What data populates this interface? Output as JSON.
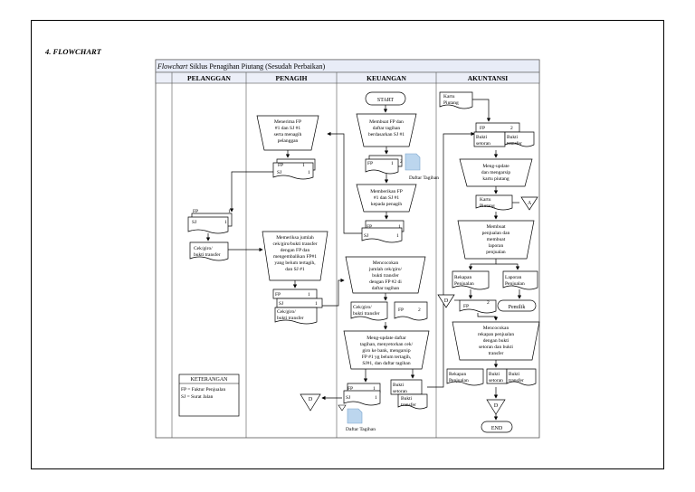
{
  "section_heading": "4. FLOWCHART",
  "diagram": {
    "title_italic": "Flowchart",
    "title_rest": " Siklus Penagihan Piutang (Sesudah Perbaikan)",
    "lanes": [
      "PELANGGAN",
      "PENAGIH",
      "KEUANGAN",
      "AKUNTANSI"
    ],
    "keterangan": {
      "title": "KETERANGAN",
      "lines": [
        "FP = Faktur Penjualan",
        "SJ = Surat Jalan"
      ]
    },
    "pelanggan": {
      "doc_fp": "FP",
      "doc_fp_n": "1",
      "doc_sj": "SJ",
      "doc_sj_n": "1",
      "doc_cek1": "Cek/giro/",
      "doc_cek2": "bukti transfer"
    },
    "penagih": {
      "p1": [
        "Menerima FP",
        "#1  dan SJ #1",
        "serta menagih",
        "pelanggan"
      ],
      "d1_fp": "FP",
      "d1_fp_n": "1",
      "d1_sj": "SJ",
      "d1_sj_n": "1",
      "p2": [
        "Memeriksa jumlah",
        "cek/giro/bukti transfer",
        "dengan FP dan",
        "mengembalikan FP#1",
        "yang belum tertagih,",
        "dan SJ #1"
      ],
      "d2_fp": "FP",
      "d2_fp_n": "1",
      "d2_sj": "SJ",
      "d2_sj_n": "1",
      "d2_cek1": "Cek/giro/",
      "d2_cek2": "bukti transfer",
      "conn_d": "D"
    },
    "keuangan": {
      "start": "START",
      "p1": [
        "Membuat FP dan",
        "daftar tagihan",
        "berdasarkan SJ #1"
      ],
      "d1_fp": "FP",
      "d1_n1": "1",
      "d1_n2": "2",
      "daftar_tagihan_label": "Daftar Tagihan",
      "p2": [
        "Memberikan FP",
        "#1 dan SJ #1",
        "kepada penagih"
      ],
      "d2_fp": "FP",
      "d2_fp_n": "1",
      "d2_sj": "SJ",
      "d2_sj_n": "1",
      "p3": [
        "Mencocokan",
        "jumlah cek/giro/",
        "bukti transfer",
        "dengan FP #2 di",
        "daftar tagihan"
      ],
      "d3_cek1": "Cek/giro/",
      "d3_cek2": "bukti transfer",
      "d3_fp": "FP",
      "d3_fp_n": "2",
      "p4": [
        "Meng-update daftar",
        "tagihan, menyetorkan cek/",
        "giro ke bank, mengarsip",
        "FP #1 yg belum tertagih,",
        "SJ#1, dan daftar tagihan"
      ],
      "d4_fp": "FP",
      "d4_fp_n": "1",
      "d4_sj": "SJ",
      "d4_sj_n": "1",
      "daftar_tagihan_label2": "Daftar Tagihan",
      "d5_bukti1": "Bukti",
      "d5_bukti2": "setoran",
      "d5_bukti3": "Bukti",
      "d5_bukti4": "transfer"
    },
    "akuntansi": {
      "kartu1": "Kartu",
      "kartu2": "Piutang",
      "d1_fp": "FP",
      "d1_fp_n": "2",
      "d1_b1": "Bukti",
      "d1_b2": "setoran",
      "d1_b3": "Bukti",
      "d1_b4": "transfer",
      "p1": [
        "Meng-update",
        "dan mengarsip",
        "kartu piutang"
      ],
      "kartu_b1": "Kartu",
      "kartu_b2": "Piutang",
      "conn_a": "A",
      "p2": [
        "Membuat",
        "penjualan dan",
        "membuat",
        "laporan",
        "penjualan"
      ],
      "rek1": "Rekapan",
      "rek2": "Penjualan",
      "lap1": "Laporan",
      "lap2": "Penjualan",
      "pemilik": "Pemilik",
      "conn_d": "D",
      "d2_fp": "FP",
      "d2_fp_n": "2",
      "p3": [
        "Mencocokan",
        "rekapan penjualan",
        "dengan bukti",
        "setoran dan bukti",
        "transfer"
      ],
      "r1": "Rekapan",
      "r2": "Penjualan",
      "b1": "Bukti",
      "b2": "setoran",
      "b3": "Bukti",
      "b4": "transfer",
      "conn_d2": "D",
      "end": "END"
    }
  },
  "colors": {
    "title_fill": "#e8ecf7",
    "lane_head_fill": "#eceff8",
    "line": "#000000",
    "blue_doc": "#bcd6ee"
  }
}
